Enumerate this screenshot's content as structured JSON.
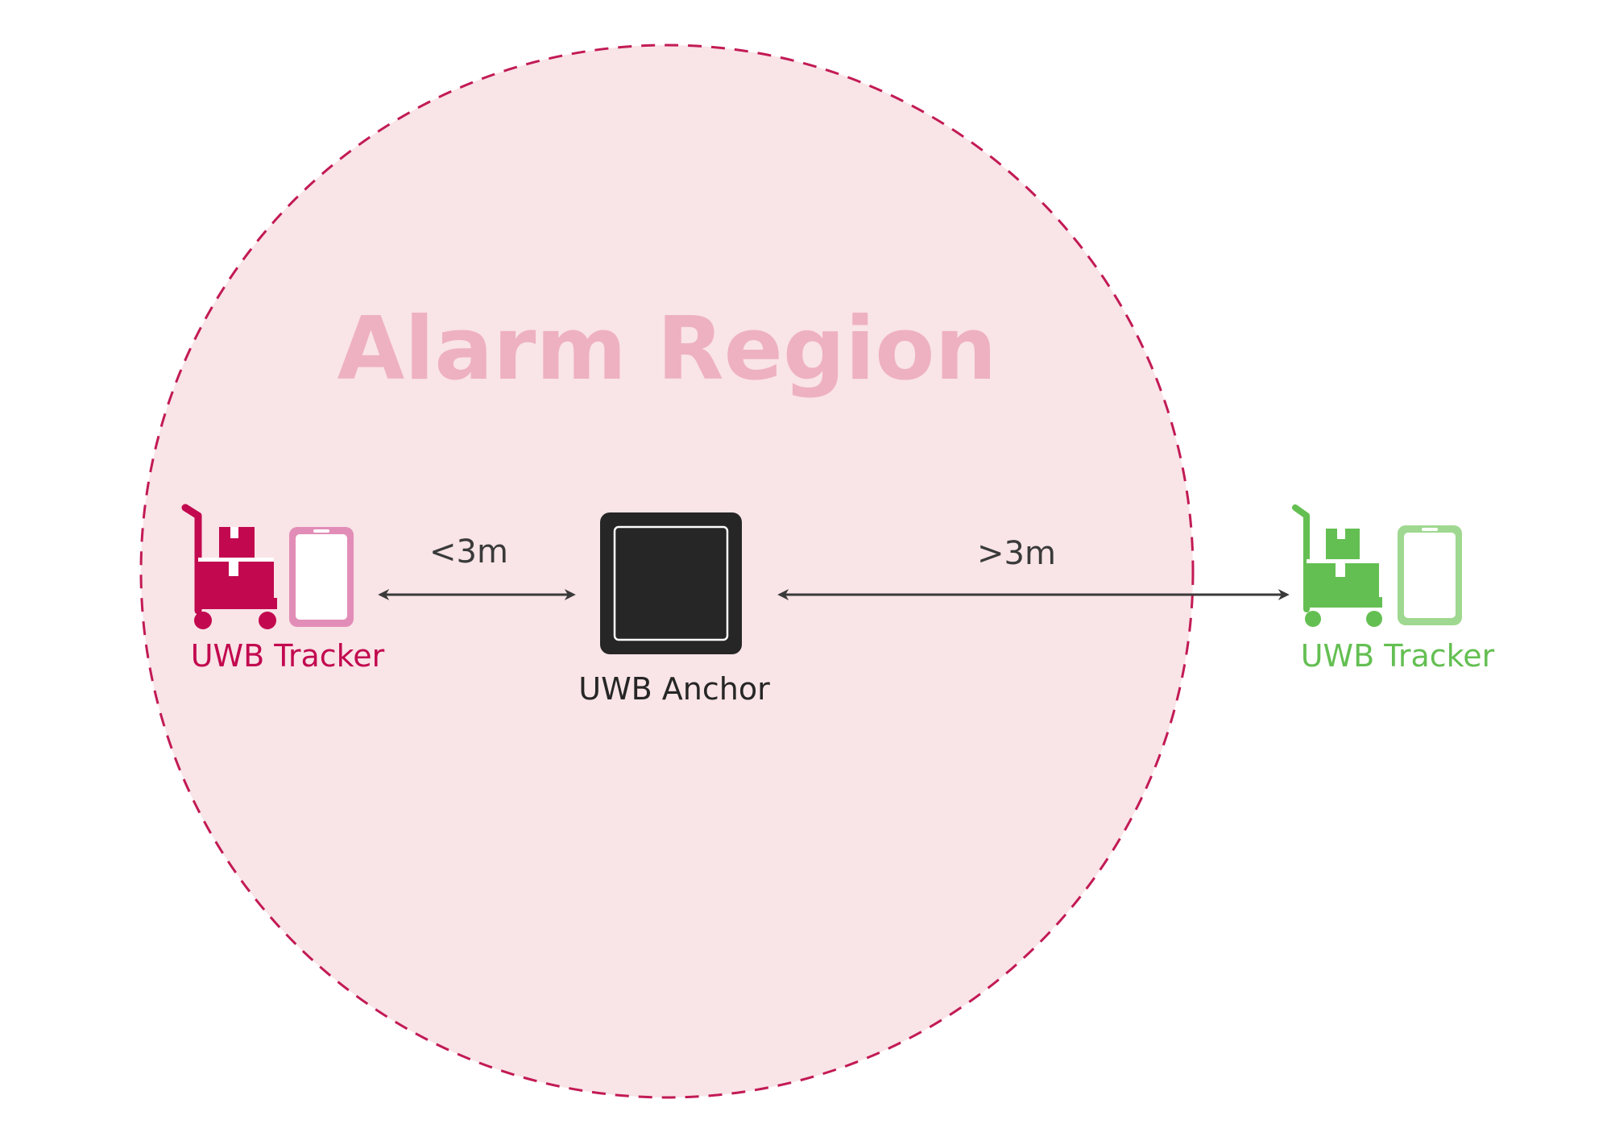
{
  "region": {
    "title": "Alarm Region",
    "fill_color": "#f9e4e7",
    "border_color": "#c21a55",
    "title_color": "#eeb1c1"
  },
  "anchor": {
    "label": "UWB Anchor",
    "body_color": "#262626",
    "label_color": "#262626"
  },
  "tracker_inside": {
    "label": "UWB Tracker",
    "icon": "cart-icon",
    "device_icon": "badge-tag-icon",
    "color": "#c2094f",
    "device_color": "#e28db7"
  },
  "tracker_outside": {
    "label": "UWB Tracker",
    "icon": "cart-icon",
    "device_icon": "badge-tag-icon",
    "color": "#64bf52",
    "device_color": "#9fd890"
  },
  "distance_inside": {
    "label": "<3m",
    "color": "#3a3a3a"
  },
  "distance_outside": {
    "label": ">3m",
    "color": "#3a3a3a"
  }
}
